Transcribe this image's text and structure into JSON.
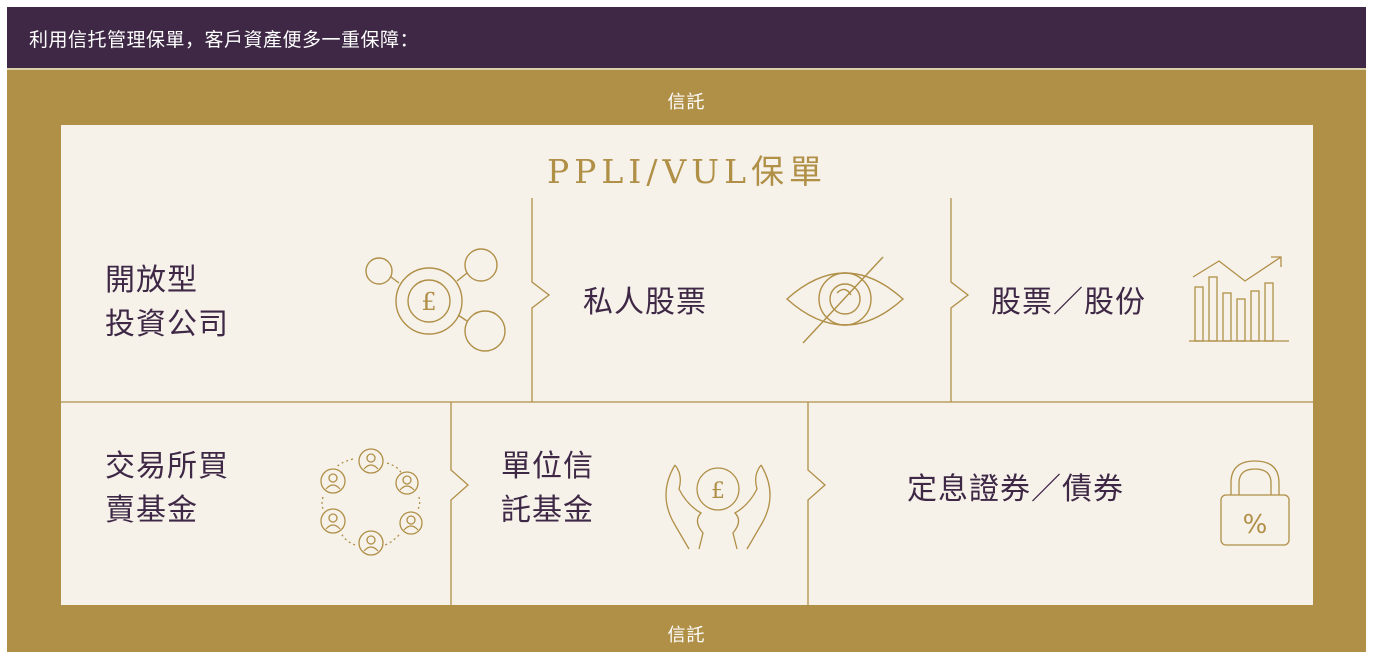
{
  "header": {
    "text": "利用信托管理保單，客戶資產便多一重保障："
  },
  "trust": {
    "top_label": "信託",
    "bottom_label": "信託"
  },
  "panel": {
    "title": "PPLI/VUL保單"
  },
  "cells": {
    "open_ended": {
      "line1": "開放型",
      "line2": "投資公司",
      "icon": "pound-coin-network-icon"
    },
    "private_equity": {
      "label": "私人股票",
      "icon": "hidden-eye-icon"
    },
    "stocks": {
      "label": "股票／股份",
      "icon": "bar-chart-growth-icon"
    },
    "etf": {
      "line1": "交易所買",
      "line2": "賣基金",
      "icon": "people-circle-icon"
    },
    "unit_trust": {
      "line1": "單位信",
      "line2": "託基金",
      "icon": "hands-pound-icon"
    },
    "bonds": {
      "label": "定息證券／債券",
      "icon": "percent-lock-icon"
    }
  },
  "colors": {
    "header_bg": "#3e2845",
    "gold": "#b08f47",
    "panel_bg": "#f6f2ea",
    "text_dark": "#3e2845"
  }
}
